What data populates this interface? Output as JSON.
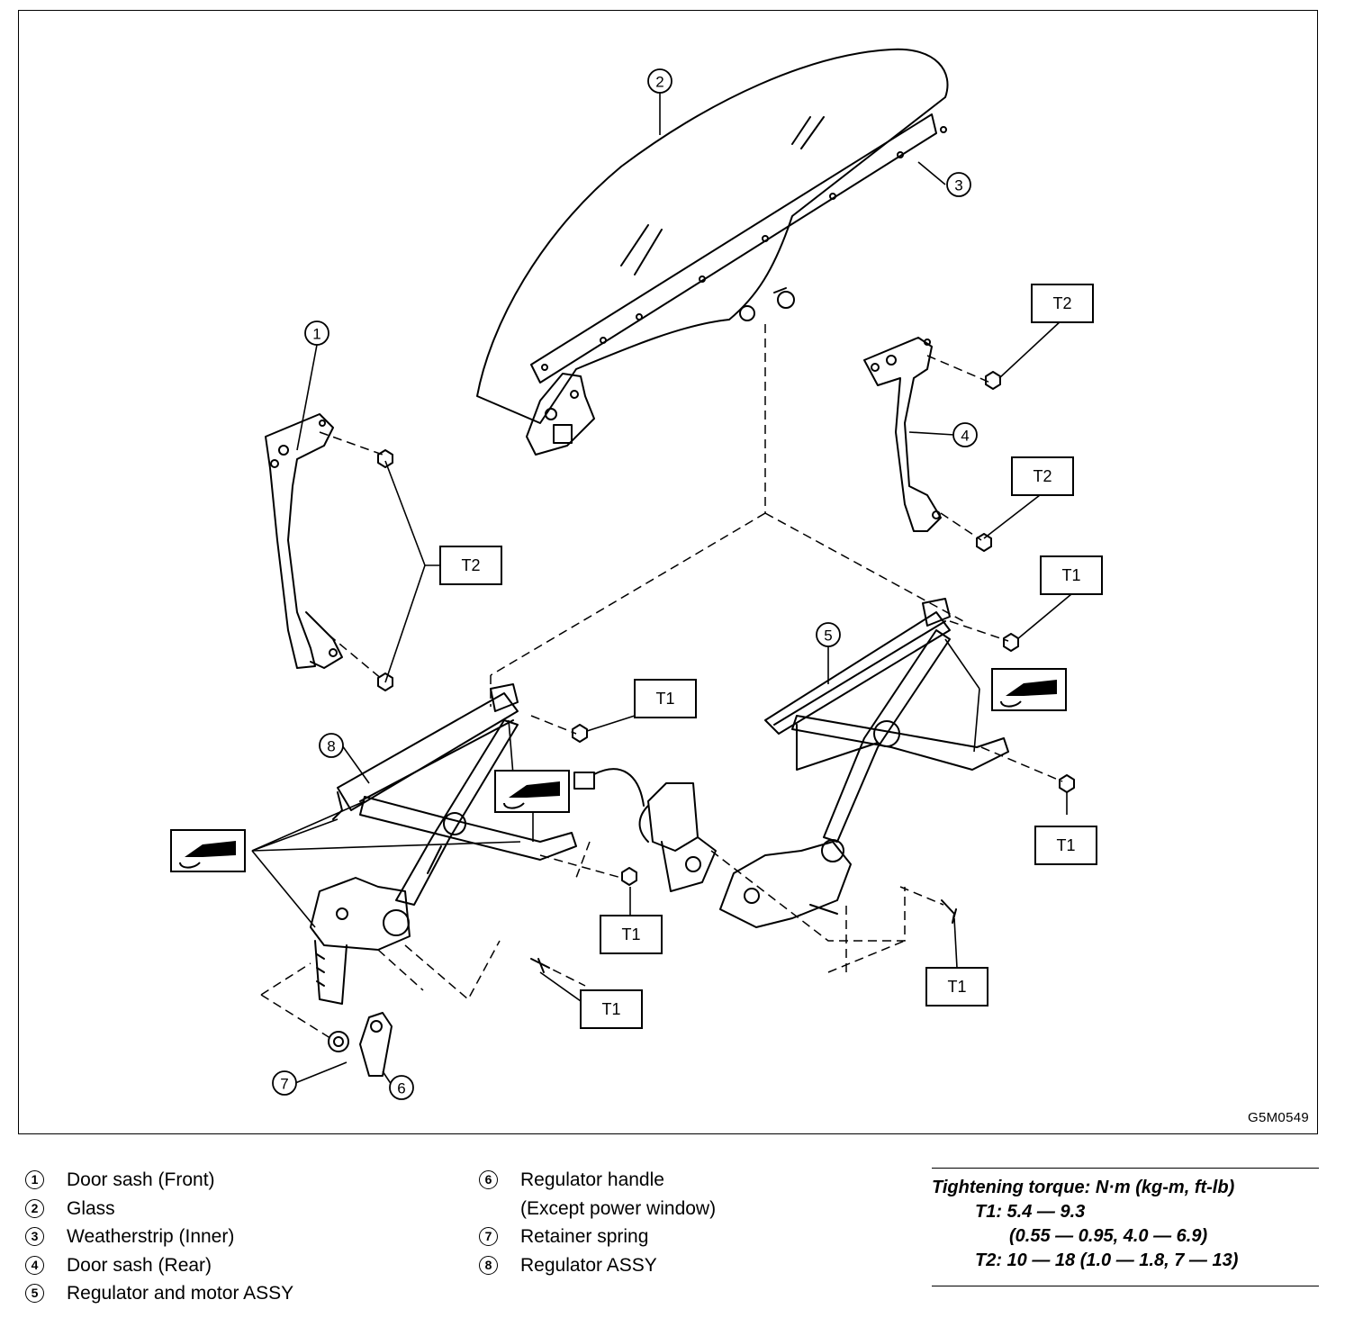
{
  "figure_code": "G5M0549",
  "callouts": {
    "c1": "1",
    "c2": "2",
    "c3": "3",
    "c4": "4",
    "c5": "5",
    "c6": "6",
    "c7": "7",
    "c8": "8"
  },
  "torque_tags": {
    "t1": "T1",
    "t2": "T2"
  },
  "legend_left": [
    {
      "num": "1",
      "text": "Door sash (Front)"
    },
    {
      "num": "2",
      "text": "Glass"
    },
    {
      "num": "3",
      "text": "Weatherstrip (Inner)"
    },
    {
      "num": "4",
      "text": "Door sash (Rear)"
    },
    {
      "num": "5",
      "text": "Regulator and motor ASSY"
    }
  ],
  "legend_right": [
    {
      "num": "6",
      "text": "Regulator handle"
    },
    {
      "num": "",
      "text": "(Except power window)"
    },
    {
      "num": "7",
      "text": "Retainer spring"
    },
    {
      "num": "8",
      "text": "Regulator ASSY"
    }
  ],
  "torque": {
    "heading": "Tightening torque: N·m (kg-m, ft-lb)",
    "t1_line1": "T1: 5.4 — 9.3",
    "t1_line2": "(0.55 — 0.95, 4.0 — 6.9)",
    "t2_line": "T2: 10 — 18 (1.0 — 1.8, 7 — 13)"
  }
}
